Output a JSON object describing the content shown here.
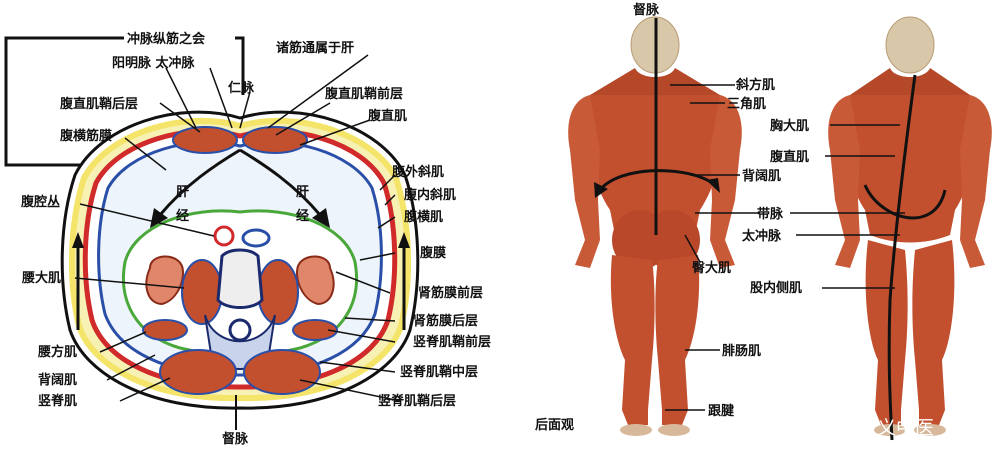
{
  "cross_section": {
    "labels": {
      "chong_zong_jin": "冲脉纵筋之会",
      "yang_ming_tai_chong": "阳明脉 太冲脉",
      "ren_mai": "仁脉",
      "zhu_jin": "诸筋通属于肝",
      "rect_sheath_post": "腹直肌鞘后层",
      "rect_sheath_ant": "腹直肌鞘前层",
      "rectus": "腹直肌",
      "transv_fascia": "腹横筋膜",
      "ext_oblique": "腹外斜肌",
      "int_oblique": "腹内斜肌",
      "transversus": "腹横肌",
      "gan_left": "肝",
      "jing_left": "经",
      "gan_right": "肝",
      "jing_right": "经",
      "celiac": "腹腔丛",
      "peritoneum": "腹膜",
      "psoas": "腰大肌",
      "renal_ant": "肾筋膜前层",
      "renal_post": "肾筋膜后层",
      "quadratus": "腰方肌",
      "erector_ant": "竖脊肌鞘前层",
      "latissimus": "背阔肌",
      "erector_mid": "竖脊肌鞘中层",
      "erector": "竖脊肌",
      "erector_post": "竖脊肌鞘后层",
      "du_mai": "督脉"
    }
  },
  "figures": {
    "labels": {
      "du_mai_top": "督脉",
      "trapezius": "斜方肌",
      "deltoid": "三角肌",
      "pectoralis": "胸大肌",
      "rectus_abd": "腹直肌",
      "latissimus": "背阔肌",
      "dai_mai": "带脉",
      "tai_chong": "太冲脉",
      "gluteus": "臀大肌",
      "adductor": "股内侧肌",
      "gastrocnemius": "腓肠肌",
      "achilles": "跟腱",
      "back_view": "后面观"
    }
  },
  "watermark": "头条 @正义中医",
  "colors": {
    "muscle": "#c2502f",
    "muscle_light": "#e0876b",
    "muscle_dark": "#8a2a18",
    "fascia_blue": "#2a4fa8",
    "fascia_red": "#d12a2a",
    "fascia_yellow": "#f4e46a",
    "fascia_green": "#4aa83a",
    "bone": "#eeeeee"
  }
}
